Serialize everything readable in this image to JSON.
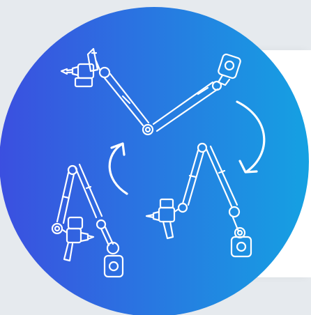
{
  "colors": {
    "page_background": "#e6eaee",
    "gradient_start": "#3b4fe0",
    "gradient_end": "#15a1e2",
    "line_art": "#ffffff",
    "card": "#ffffff"
  },
  "illustration": {
    "subject": "articulated-tool-support-arms",
    "arm_count": 3,
    "cycle_arrow_count": 2,
    "tools": [
      "power-drill",
      "pistol-grip-driver"
    ]
  }
}
